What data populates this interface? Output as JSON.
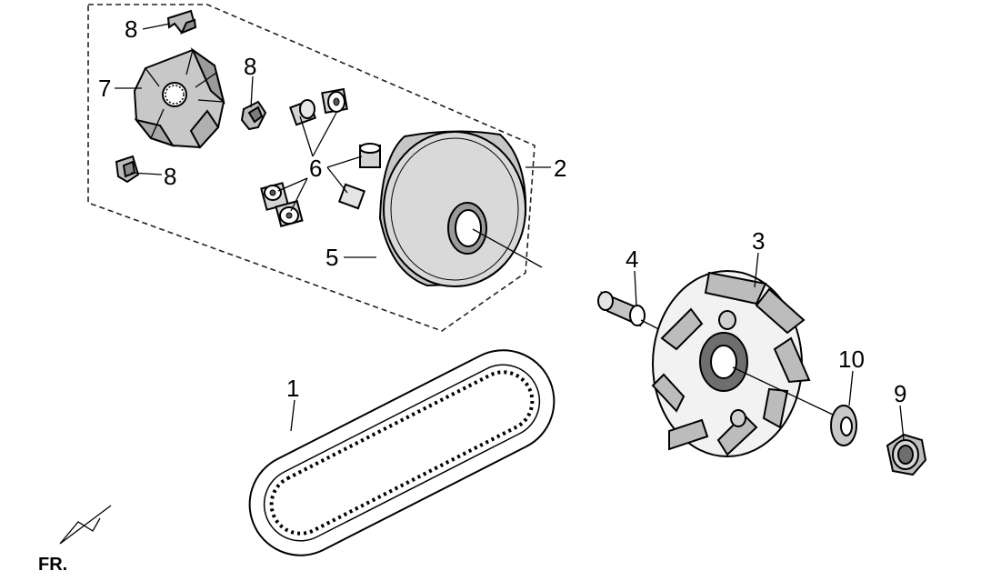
{
  "callouts": {
    "c1": "1",
    "c2": "2",
    "c3": "3",
    "c4": "4",
    "c5": "5",
    "c6": "6",
    "c7": "7",
    "c8a": "8",
    "c8b": "8",
    "c8c": "8",
    "c9": "9",
    "c10": "10"
  },
  "orientation_label": "FR.",
  "colors": {
    "ink": "#000000",
    "body_gray": "#c8c8c8",
    "dark_gray": "#6e6e6e",
    "paper": "#ffffff"
  }
}
